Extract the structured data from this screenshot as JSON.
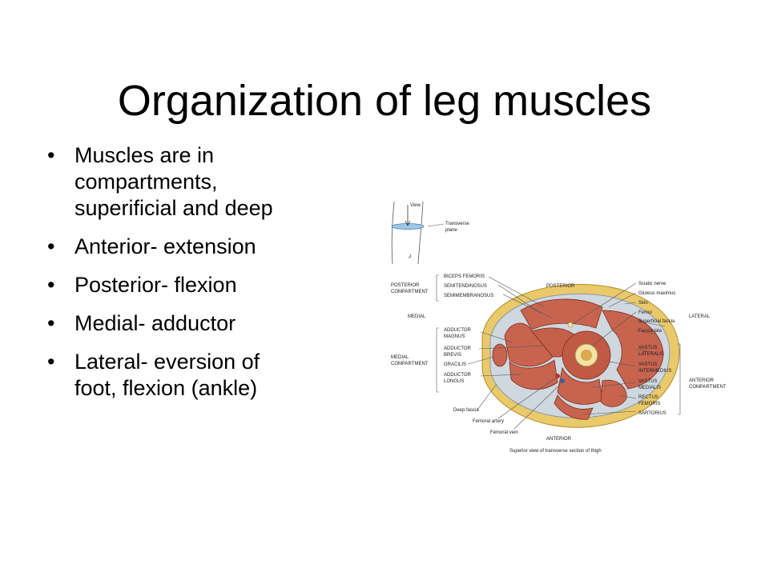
{
  "slide": {
    "title": "Organization of leg muscles",
    "bullets": [
      {
        "line1": "Muscles are in",
        "line2": "compartments,",
        "line3": "superificial and deep"
      },
      {
        "line1": "Anterior- extension"
      },
      {
        "line1": "Posterior- flexion"
      },
      {
        "line1": "Medial- adductor"
      },
      {
        "line1": "Lateral- eversion of",
        "line2": "foot, flexion (ankle)"
      }
    ]
  },
  "diagram": {
    "inset": {
      "view": "View",
      "plane1": "Transverse",
      "plane2": "plane"
    },
    "left_labels": {
      "posterior_compartment_1": "POSTERIOR",
      "posterior_compartment_2": "COMPARTMENT",
      "medial": "MEDIAL",
      "medial_compartment_1": "MEDIAL",
      "medial_compartment_2": "COMPARTMENT"
    },
    "muscle_labels_left": {
      "biceps_femoris": "BICEPS FEMORIS",
      "semitendinosus": "SEMITENDINOSUS",
      "semimembranosus": "SEMIMEMBRANOSUS",
      "adductor_magnus_1": "ADDUCTOR",
      "adductor_magnus_2": "MAGNUS",
      "adductor_brevis_1": "ADDUCTOR",
      "adductor_brevis_2": "BREVIS",
      "gracilis": "GRACILIS",
      "adductor_longus_1": "ADDUCTOR",
      "adductor_longus_2": "LONGUS"
    },
    "posterior": "POSTERIOR",
    "right_labels": {
      "sciatic_nerve": "Sciatic nerve",
      "gluteus_maximus": "Gluteus maximus",
      "skin": "Skin",
      "femur": "Femur",
      "superficial_fascia": "Superficial fascia",
      "fascia_lata": "Fascia lata",
      "lateral": "LATERAL",
      "vastus_lateralis_1": "VASTUS",
      "vastus_lateralis_2": "LATERALIS",
      "vastus_intermedius_1": "VASTUS",
      "vastus_intermedius_2": "INTERMEDIUS",
      "vastus_medialis_1": "VASTUS",
      "vastus_medialis_2": "MEDIALIS",
      "rectus_femoris_1": "RECTUS",
      "rectus_femoris_2": "FEMORIS",
      "sartorius": "SARTORIUS",
      "anterior_compartment_1": "ANTERIOR",
      "anterior_compartment_2": "COMPARTMENT"
    },
    "bottom_labels": {
      "deep_fascia": "Deep fascia",
      "femoral_artery": "Femoral artery",
      "femoral_vein": "Femoral vein",
      "anterior": "ANTERIOR",
      "caption": "Superior view of transverse section of thigh"
    },
    "colors": {
      "skin_fat": "#e9c96a",
      "muscle": "#c8644e",
      "fascia": "#c9d2dc",
      "bone": "#f1e2a8",
      "marrow": "#d9a94e"
    }
  }
}
